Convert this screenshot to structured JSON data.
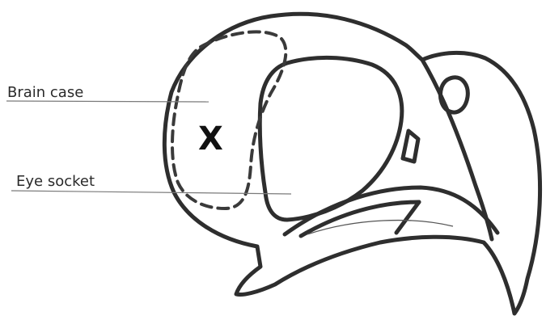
{
  "labels": {
    "brain_case": "Brain case",
    "eye_socket": "Eye socket"
  },
  "marker": {
    "text": "X"
  }
}
